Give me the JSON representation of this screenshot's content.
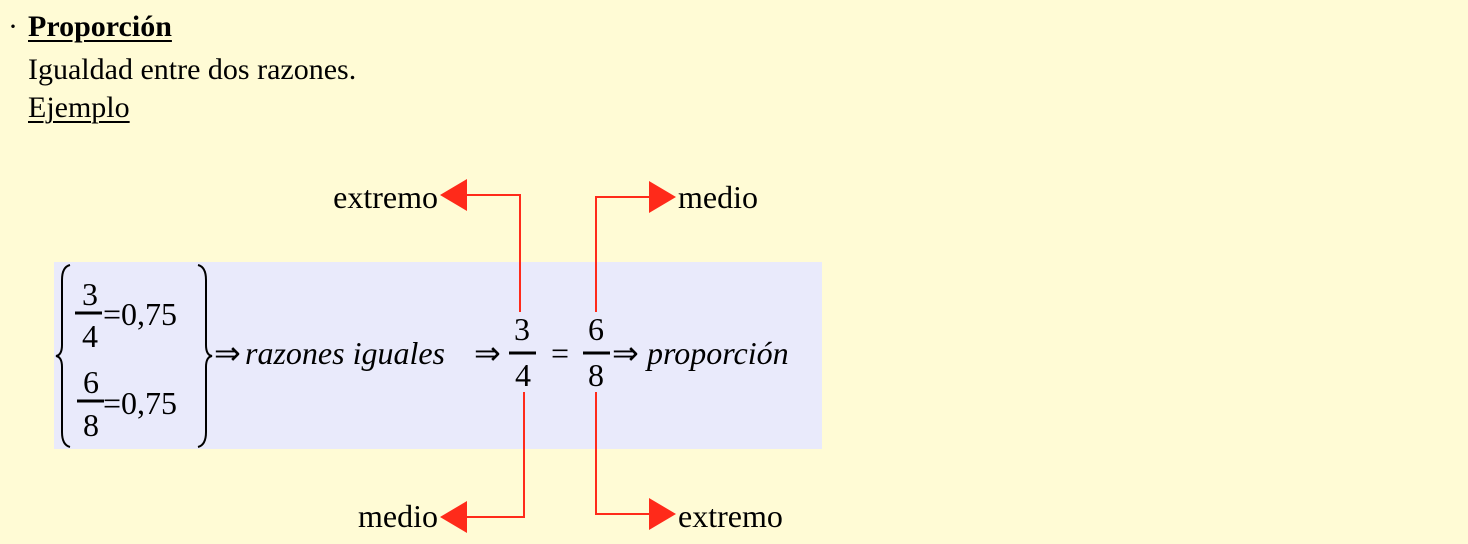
{
  "section": {
    "bullet": "·",
    "title": "Proporción",
    "definition": "Igualdad entre dos razones.",
    "example_link": "Ejemplo"
  },
  "example": {
    "system": [
      {
        "numerator": "3",
        "denominator": "4",
        "result": "=0,75"
      },
      {
        "numerator": "6",
        "denominator": "8",
        "result": "=0,75"
      }
    ],
    "implies1": "⇒",
    "razones_text": "razones iguales",
    "implies2": "⇒",
    "fraction1": {
      "numerator": "3",
      "denominator": "4"
    },
    "equals": "=",
    "fraction2": {
      "numerator": "6",
      "denominator": "8"
    },
    "implies3": "⇒",
    "proporcion_text": "proporción",
    "labels": {
      "top_left": "extremo",
      "top_right": "medio",
      "bottom_left": "medio",
      "bottom_right": "extremo"
    },
    "colors": {
      "arrow": "#ff2a1a",
      "box": "#e9eafb",
      "background": "#fffbd5"
    }
  }
}
